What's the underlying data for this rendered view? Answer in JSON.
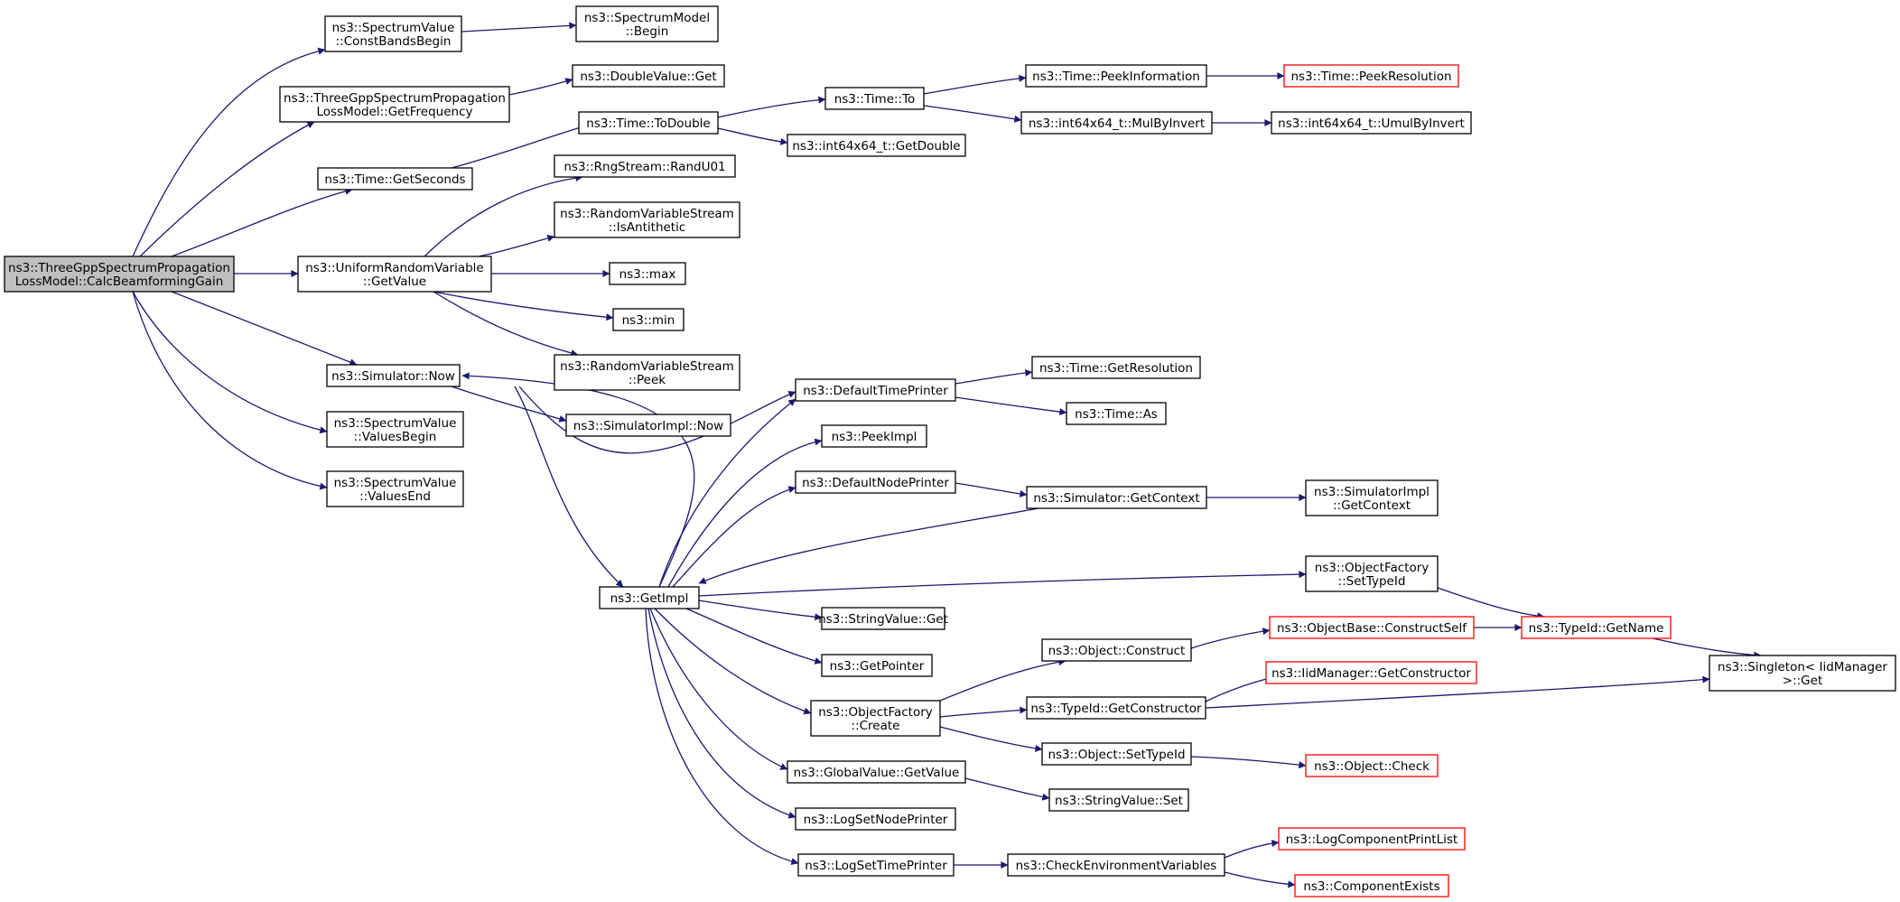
{
  "diagram": {
    "edge_color": "#191970",
    "truncated_border_color": "#ff0000",
    "root_fill": "#bfbfbf",
    "nodes": [
      {
        "id": "root",
        "lines": [
          "ns3::ThreeGppSpectrumPropagation",
          "LossModel::CalcBeamformingGain"
        ],
        "style": "root"
      },
      {
        "id": "cbb",
        "lines": [
          "ns3::SpectrumValue",
          "::ConstBandsBegin"
        ]
      },
      {
        "id": "gf",
        "lines": [
          "ns3::ThreeGppSpectrumPropagation",
          "LossModel::GetFrequency"
        ]
      },
      {
        "id": "gs",
        "lines": [
          "ns3::Time::GetSeconds"
        ]
      },
      {
        "id": "urv",
        "lines": [
          "ns3::UniformRandomVariable",
          "::GetValue"
        ]
      },
      {
        "id": "now",
        "lines": [
          "ns3::Simulator::Now"
        ]
      },
      {
        "id": "vb",
        "lines": [
          "ns3::SpectrumValue",
          "::ValuesBegin"
        ]
      },
      {
        "id": "ve",
        "lines": [
          "ns3::SpectrumValue",
          "::ValuesEnd"
        ]
      },
      {
        "id": "smb",
        "lines": [
          "ns3::SpectrumModel",
          "::Begin"
        ]
      },
      {
        "id": "dvg",
        "lines": [
          "ns3::DoubleValue::Get"
        ]
      },
      {
        "id": "todouble",
        "lines": [
          "ns3::Time::ToDouble"
        ]
      },
      {
        "id": "rand",
        "lines": [
          "ns3::RngStream::RandU01"
        ]
      },
      {
        "id": "anti",
        "lines": [
          "ns3::RandomVariableStream",
          "::IsAntithetic"
        ]
      },
      {
        "id": "max",
        "lines": [
          "ns3::max"
        ]
      },
      {
        "id": "min",
        "lines": [
          "ns3::min"
        ]
      },
      {
        "id": "peek",
        "lines": [
          "ns3::RandomVariableStream",
          "::Peek"
        ]
      },
      {
        "id": "simnow",
        "lines": [
          "ns3::SimulatorImpl::Now"
        ]
      },
      {
        "id": "getimpl",
        "lines": [
          "ns3::GetImpl"
        ]
      },
      {
        "id": "to",
        "lines": [
          "ns3::Time::To"
        ]
      },
      {
        "id": "getdouble",
        "lines": [
          "ns3::int64x64_t::GetDouble"
        ]
      },
      {
        "id": "peekinfo",
        "lines": [
          "ns3::Time::PeekInformation"
        ]
      },
      {
        "id": "mulby",
        "lines": [
          "ns3::int64x64_t::MulByInvert"
        ]
      },
      {
        "id": "peekres",
        "lines": [
          "ns3::Time::PeekResolution"
        ],
        "style": "trunc"
      },
      {
        "id": "umul",
        "lines": [
          "ns3::int64x64_t::UmulByInvert"
        ]
      },
      {
        "id": "dtp",
        "lines": [
          "ns3::DefaultTimePrinter"
        ]
      },
      {
        "id": "peekimpl",
        "lines": [
          "ns3::PeekImpl"
        ]
      },
      {
        "id": "dnp",
        "lines": [
          "ns3::DefaultNodePrinter"
        ]
      },
      {
        "id": "strget",
        "lines": [
          "ns3::StringValue::Get"
        ]
      },
      {
        "id": "getptr",
        "lines": [
          "ns3::GetPointer"
        ]
      },
      {
        "id": "ofcreate",
        "lines": [
          "ns3::ObjectFactory",
          "::Create"
        ]
      },
      {
        "id": "gvget",
        "lines": [
          "ns3::GlobalValue::GetValue"
        ]
      },
      {
        "id": "lsnp",
        "lines": [
          "ns3::LogSetNodePrinter"
        ]
      },
      {
        "id": "lstp",
        "lines": [
          "ns3::LogSetTimePrinter"
        ]
      },
      {
        "id": "getres",
        "lines": [
          "ns3::Time::GetResolution"
        ]
      },
      {
        "id": "as",
        "lines": [
          "ns3::Time::As"
        ]
      },
      {
        "id": "getctx",
        "lines": [
          "ns3::Simulator::GetContext"
        ]
      },
      {
        "id": "implctx",
        "lines": [
          "ns3::SimulatorImpl",
          "::GetContext"
        ]
      },
      {
        "id": "ofset",
        "lines": [
          "ns3::ObjectFactory",
          "::SetTypeId"
        ]
      },
      {
        "id": "construct",
        "lines": [
          "ns3::Object::Construct"
        ]
      },
      {
        "id": "getctor",
        "lines": [
          "ns3::TypeId::GetConstructor"
        ]
      },
      {
        "id": "objset",
        "lines": [
          "ns3::Object::SetTypeId"
        ]
      },
      {
        "id": "strset",
        "lines": [
          "ns3::StringValue::Set"
        ]
      },
      {
        "id": "cev",
        "lines": [
          "ns3::CheckEnvironmentVariables"
        ]
      },
      {
        "id": "cself",
        "lines": [
          "ns3::ObjectBase::ConstructSelf"
        ],
        "style": "trunc"
      },
      {
        "id": "getname",
        "lines": [
          "ns3::TypeId::GetName"
        ],
        "style": "trunc"
      },
      {
        "id": "iidctor",
        "lines": [
          "ns3::IidManager::GetConstructor"
        ],
        "style": "trunc"
      },
      {
        "id": "singleton",
        "lines": [
          "ns3::Singleton< IidManager",
          ">::Get"
        ]
      },
      {
        "id": "check",
        "lines": [
          "ns3::Object::Check"
        ],
        "style": "trunc"
      },
      {
        "id": "lcpl",
        "lines": [
          "ns3::LogComponentPrintList"
        ],
        "style": "trunc"
      },
      {
        "id": "cexists",
        "lines": [
          "ns3::ComponentExists"
        ],
        "style": "trunc"
      }
    ]
  }
}
